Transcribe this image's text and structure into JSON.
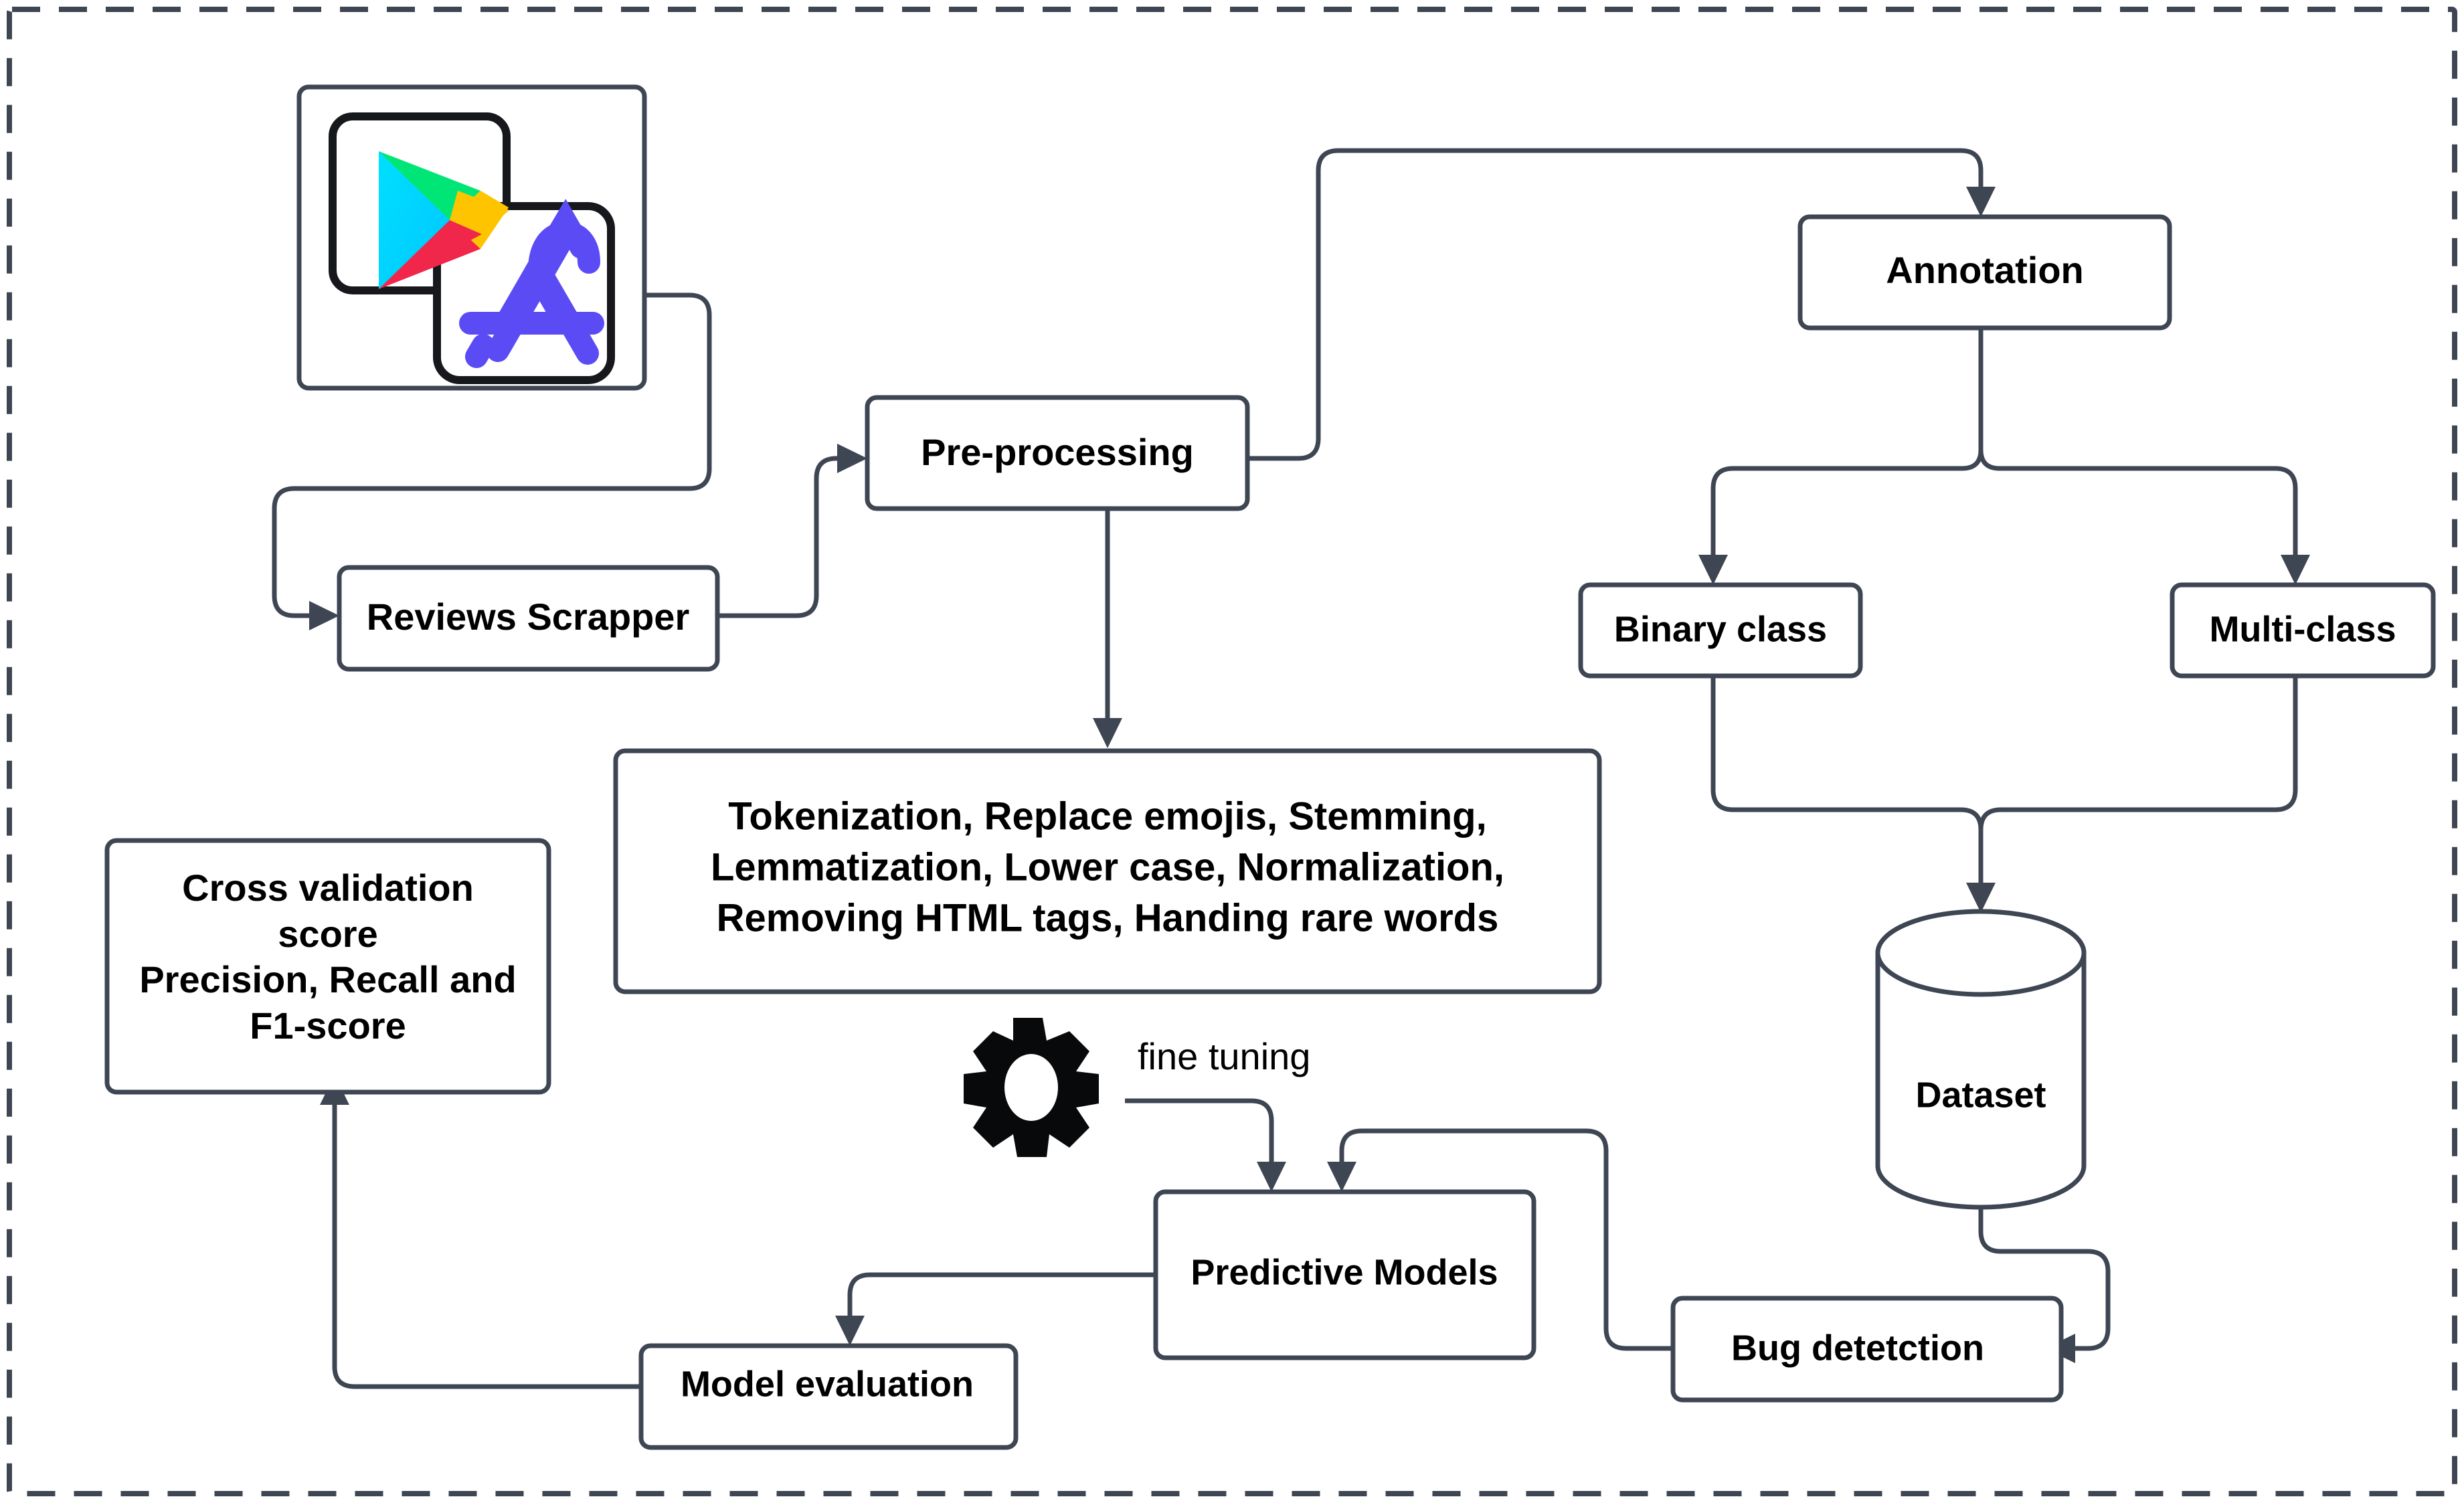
{
  "diagram": {
    "title": "App review bug detection pipeline flowchart",
    "colors": {
      "stroke": "#3f4653",
      "text": "#000000",
      "background": "#ffffff",
      "icon_border": "#17181c",
      "appstore_purple": "#5b4bf5",
      "play_cyan": "#00d2ff",
      "play_green": "#00e676",
      "play_yellow": "#ffc400",
      "play_red": "#f0264a",
      "gear": "#08090b"
    },
    "nodes": [
      {
        "id": "app-sources",
        "label": "",
        "shape": "box-with-icons"
      },
      {
        "id": "reviews-scrapper",
        "label": "Reviews Scrapper",
        "shape": "rounded-rect"
      },
      {
        "id": "pre-processing",
        "label": "Pre-processing",
        "shape": "rounded-rect"
      },
      {
        "id": "preprocess-steps",
        "label": "Tokenization, Replace emojis, Stemming, Lemmatization, Lower case, Normalization, Removing HTML tags, Handing rare words",
        "shape": "rounded-rect"
      },
      {
        "id": "annotation",
        "label": "Annotation",
        "shape": "rounded-rect"
      },
      {
        "id": "binary-class",
        "label": "Binary class",
        "shape": "rounded-rect"
      },
      {
        "id": "multi-class",
        "label": "Multi-class",
        "shape": "rounded-rect"
      },
      {
        "id": "dataset",
        "label": "Dataset",
        "shape": "cylinder"
      },
      {
        "id": "bug-detection",
        "label": "Bug detetction",
        "shape": "rounded-rect"
      },
      {
        "id": "predictive-models",
        "label": "Predictive Models",
        "shape": "rounded-rect"
      },
      {
        "id": "model-evaluation",
        "label": "Model evaluation",
        "shape": "rounded-rect"
      },
      {
        "id": "cross-validation",
        "label": "Cross validation score Precision, Recall and F1-score",
        "shape": "rounded-rect"
      }
    ],
    "node_labels": {
      "reviews_scrapper": "Reviews Scrapper",
      "pre_processing": "Pre-processing",
      "annotation": "Annotation",
      "binary_class": "Binary class",
      "multi_class": "Multi-class",
      "dataset": "Dataset",
      "bug_detection": "Bug detetction",
      "predictive_models": "Predictive Models",
      "model_evaluation": "Model evaluation"
    },
    "preprocess_steps_lines": [
      "Tokenization, Replace emojis, Stemming,",
      "Lemmatization, Lower case, Normalization,",
      "Removing HTML tags, Handing rare words"
    ],
    "cross_validation_lines": [
      "Cross validation",
      "score",
      "Precision, Recall and",
      "F1-score"
    ],
    "edge_labels": {
      "fine_tuning": "fine tuning"
    },
    "icons": {
      "google_play": "google-play-icon",
      "app_store": "app-store-icon",
      "gear": "gear-icon"
    },
    "edges": [
      {
        "from": "app-sources",
        "to": "reviews-scrapper"
      },
      {
        "from": "reviews-scrapper",
        "to": "pre-processing"
      },
      {
        "from": "pre-processing",
        "to": "annotation"
      },
      {
        "from": "pre-processing",
        "to": "preprocess-steps"
      },
      {
        "from": "annotation",
        "to": "binary-class"
      },
      {
        "from": "annotation",
        "to": "multi-class"
      },
      {
        "from": "binary-class",
        "to": "dataset"
      },
      {
        "from": "multi-class",
        "to": "dataset"
      },
      {
        "from": "dataset",
        "to": "bug-detection"
      },
      {
        "from": "bug-detection",
        "to": "predictive-models",
        "label": ""
      },
      {
        "from": "gear-icon",
        "to": "predictive-models",
        "label": "fine tuning"
      },
      {
        "from": "predictive-models",
        "to": "model-evaluation"
      },
      {
        "from": "model-evaluation",
        "to": "cross-validation"
      }
    ]
  }
}
